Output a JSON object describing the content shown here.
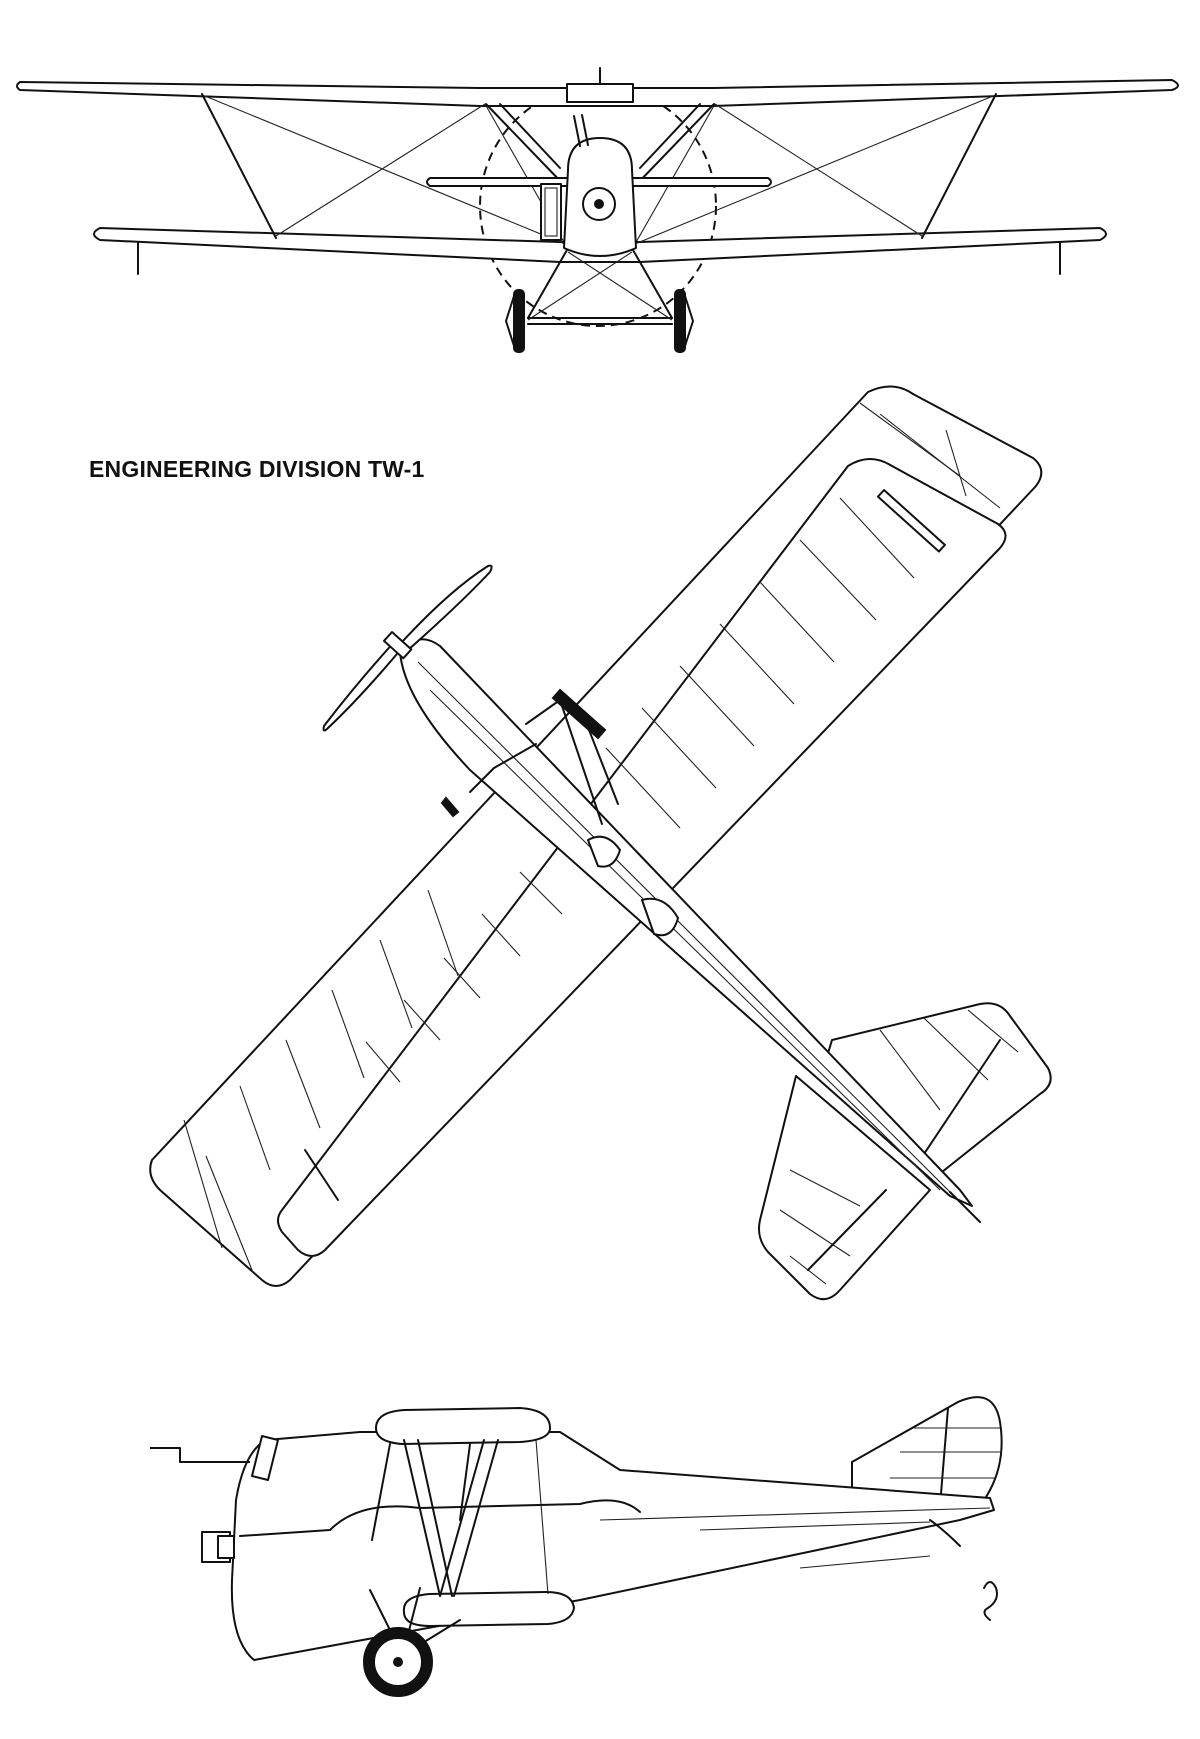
{
  "title": "ENGINEERING DIVISION TW-1",
  "views": [
    "front-view",
    "plan-view",
    "side-view"
  ],
  "colors": {
    "line": "#111111",
    "background": "#ffffff"
  }
}
